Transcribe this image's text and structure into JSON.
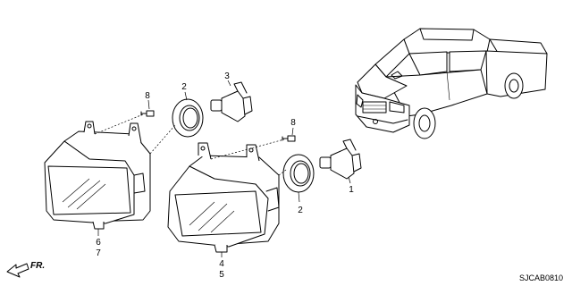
{
  "callouts": [
    {
      "id": "c1",
      "label": "1"
    },
    {
      "id": "c2a",
      "label": "2"
    },
    {
      "id": "c2b",
      "label": "2"
    },
    {
      "id": "c3",
      "label": "3"
    },
    {
      "id": "c4",
      "label": "4"
    },
    {
      "id": "c5",
      "label": "5"
    },
    {
      "id": "c6",
      "label": "6"
    },
    {
      "id": "c7",
      "label": "7"
    },
    {
      "id": "c8a",
      "label": "8"
    },
    {
      "id": "c8b",
      "label": "8"
    }
  ],
  "direction_label": "FR.",
  "diagram_code": "SJCAB0810"
}
